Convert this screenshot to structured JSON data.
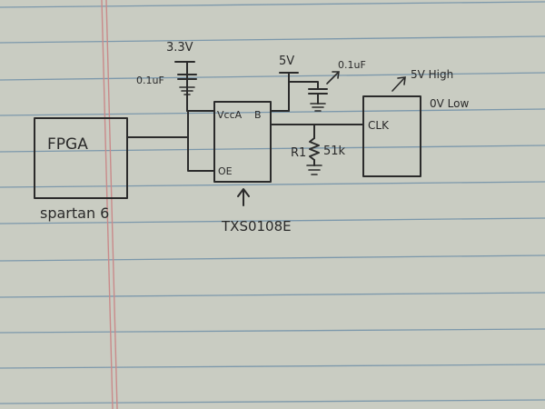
{
  "paper": {
    "background": "#c9ccc2",
    "rule_color": "#6f8fa8",
    "margin_color": "#c98a8a"
  },
  "schematic": {
    "fpga": {
      "label": "FPGA",
      "sublabel": "spartan 6"
    },
    "supply_3v3": {
      "label": "3.3V",
      "cap_label": "0.1uF"
    },
    "supply_5v": {
      "label": "5V",
      "cap_label": "0.1uF"
    },
    "translator": {
      "pin_vcca": "VccA",
      "pin_b": "B",
      "pin_oe": "OE",
      "part_label": "TXS0108E"
    },
    "resistor": {
      "name": "R1",
      "value": "51k"
    },
    "clock_block": {
      "pin": "CLK",
      "note_line1": "5V High",
      "note_line2": "0V Low"
    }
  }
}
